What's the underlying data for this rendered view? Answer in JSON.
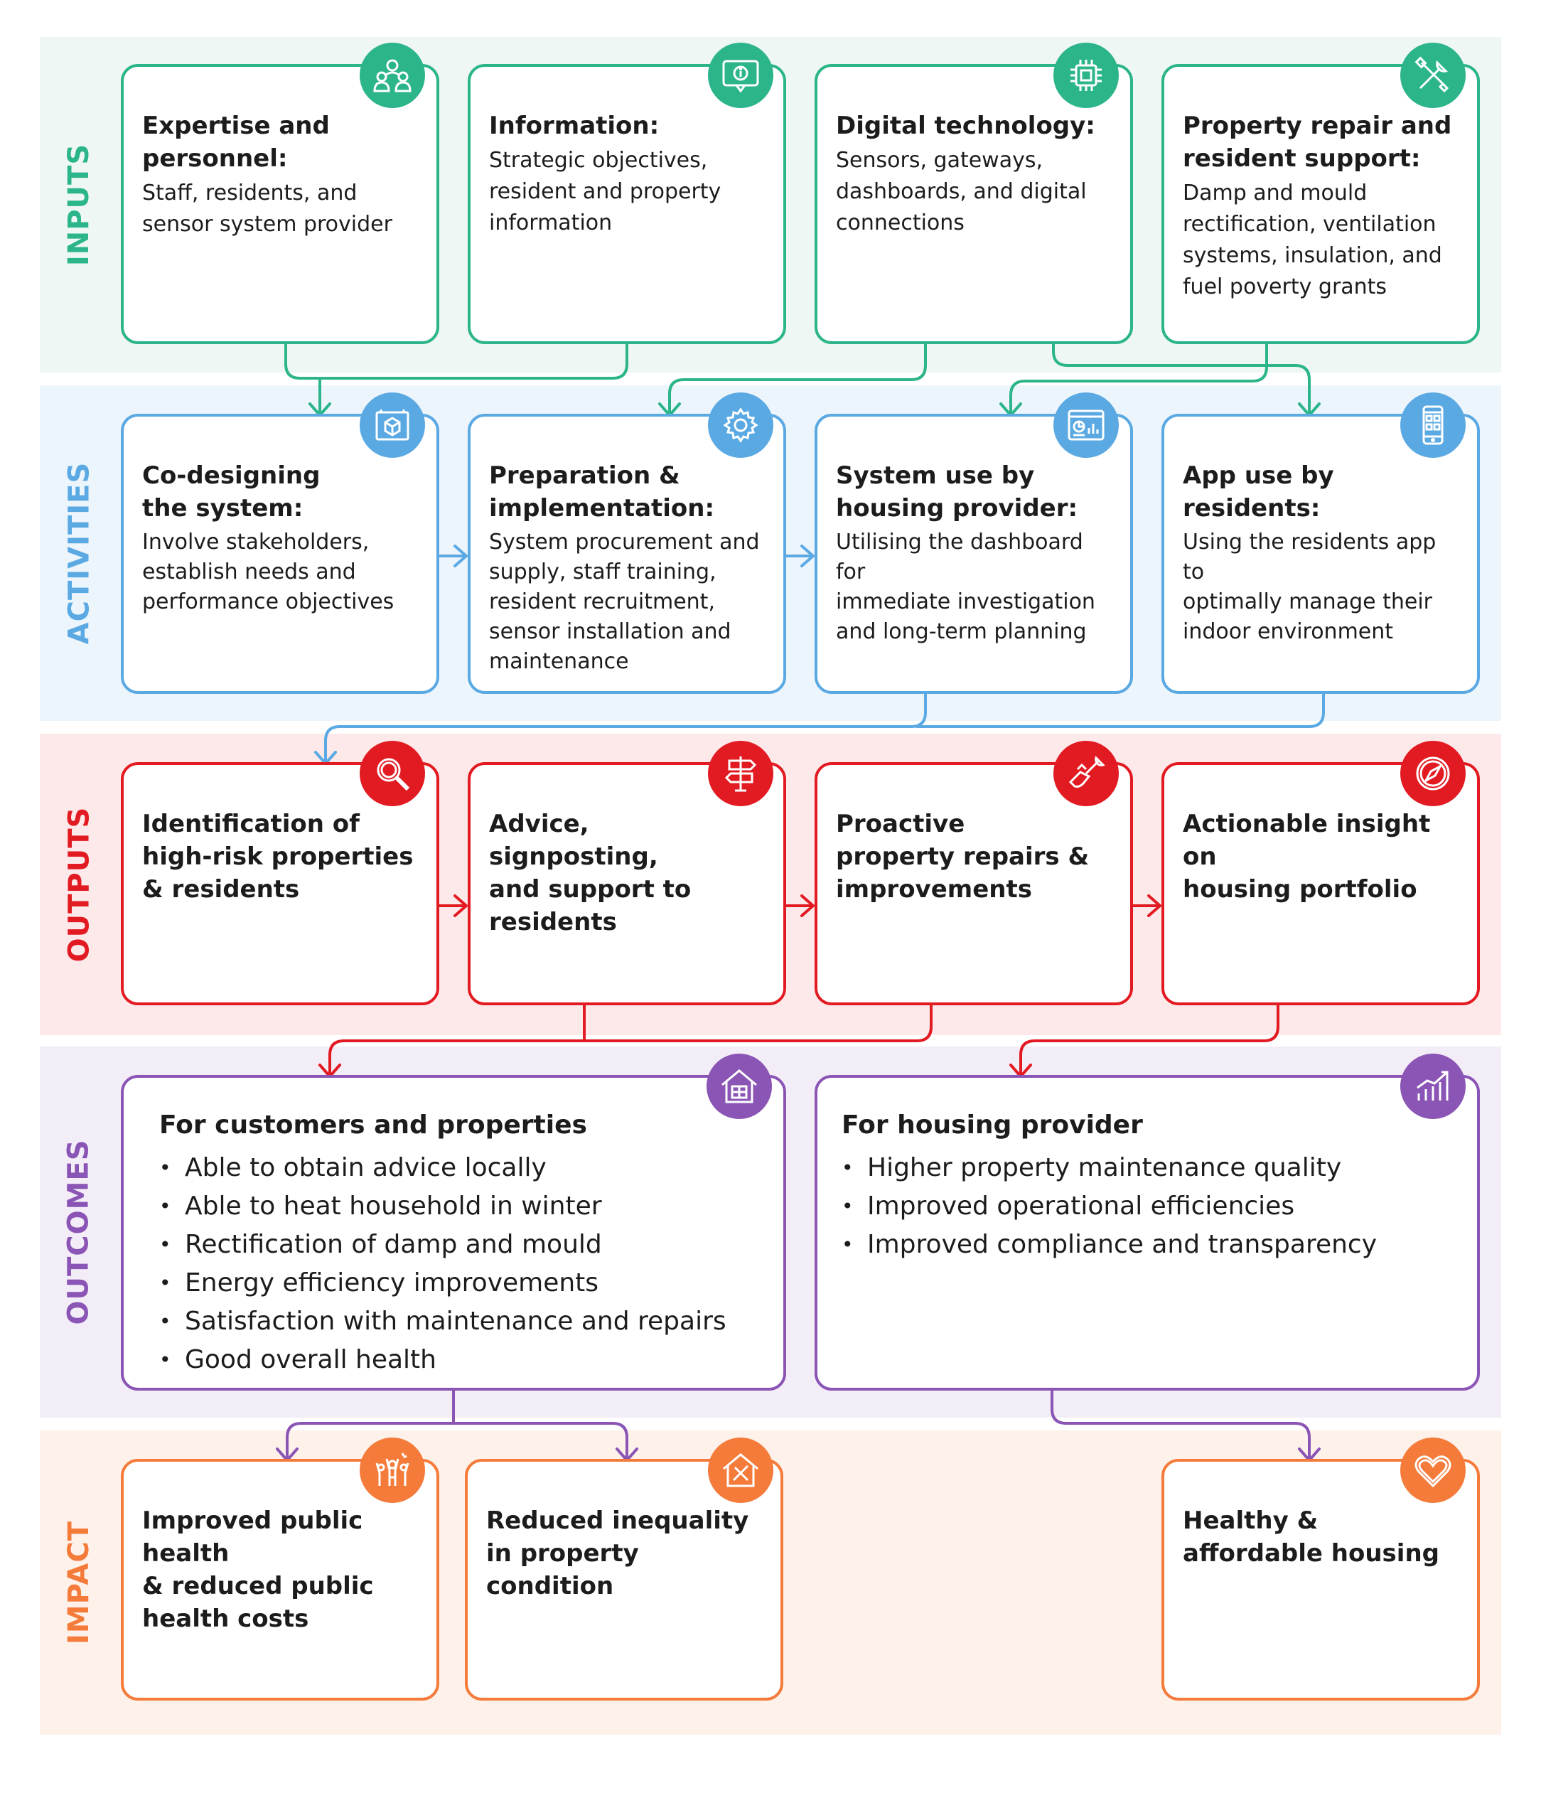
{
  "colors": {
    "inputs": "#2cb58a",
    "inputs_bg": "#eef7f3",
    "activities": "#5aa9e3",
    "activities_bg": "#edf5fc",
    "outputs": "#e21b23",
    "outputs_bg": "#fde9e9",
    "outcomes": "#8a55b5",
    "outcomes_bg": "#f3edf8",
    "impact": "#f47b3a",
    "impact_bg": "#fef1ea"
  },
  "bands": {
    "inputs": "INPUTS",
    "activities": "ACTIVITIES",
    "outputs": "OUTPUTS",
    "outcomes": "OUTCOMES",
    "impact": "IMPACT"
  },
  "inputs": [
    {
      "title": "Expertise and\npersonnel:",
      "body": "Staff, residents, and\nsensor system  provider",
      "icon": "people-icon"
    },
    {
      "title": "Information:",
      "body": "Strategic objectives,\nresident and property\ninformation",
      "icon": "info-screen-icon"
    },
    {
      "title": "Digital technology:",
      "body": "Sensors, gateways,\ndashboards, and digital\nconnections",
      "icon": "microchip-icon"
    },
    {
      "title": "Property repair and\nresident support:",
      "body": "Damp and mould\nrectification, ventilation\nsystems, insulation, and\nfuel poverty grants",
      "icon": "tools-icon"
    }
  ],
  "activities": [
    {
      "title": "Co-designing\nthe system:",
      "body": "Involve stakeholders,\nestablish needs and\nperformance objectives",
      "icon": "blueprint-icon"
    },
    {
      "title": "Preparation &\nimplementation:",
      "body": "System procurement and\nsupply, staff training,\nresident recruitment,\nsensor installation and\nmaintenance",
      "icon": "gear-icon"
    },
    {
      "title": "System use by\nhousing provider:",
      "body": "Utilising the dashboard for\nimmediate investigation\nand long-term planning",
      "icon": "dashboard-icon"
    },
    {
      "title": "App use by residents:",
      "body": "Using the residents app to\noptimally manage their\nindoor environment",
      "icon": "mobile-app-icon"
    }
  ],
  "outputs": [
    {
      "title": "Identification of\nhigh-risk  properties\n& residents",
      "icon": "magnifier-icon"
    },
    {
      "title": "Advice, signposting,\nand support to\nresidents",
      "icon": "signpost-icon"
    },
    {
      "title": "Proactive\nproperty repairs &\nimprovements",
      "icon": "repair-hand-icon"
    },
    {
      "title": "Actionable insight on\nhousing portfolio",
      "icon": "compass-icon"
    }
  ],
  "outcomes": [
    {
      "title": "For customers and properties",
      "icon": "house-icon",
      "items": [
        "Able to obtain advice locally",
        "Able to heat household in winter",
        "Rectification of damp and mould",
        "Energy efficiency improvements",
        "Satisfaction with maintenance and repairs",
        "Good overall health"
      ]
    },
    {
      "title": "For housing provider",
      "icon": "growth-chart-icon",
      "items": [
        "Higher property maintenance quality",
        "Improved operational efficiencies",
        "Improved compliance and transparency"
      ]
    }
  ],
  "impact": [
    {
      "title": "Improved public health\n& reduced public\nhealth costs",
      "icon": "celebrating-people-icon"
    },
    {
      "title": "Reduced inequality\nin property\ncondition",
      "icon": "house-repair-icon"
    },
    {
      "title": "Healthy &\naffordable housing",
      "icon": "heart-icon"
    }
  ]
}
